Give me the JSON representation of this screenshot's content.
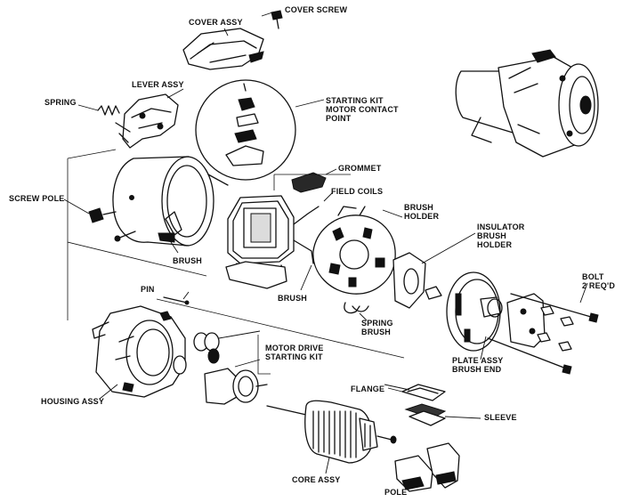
{
  "labels": {
    "cover_assy": "COVER ASSY",
    "cover_screw": "COVER SCREW",
    "lever_assy": "LEVER ASSY",
    "spring": "SPRING",
    "starting_kit_line1": "STARTING KIT",
    "starting_kit_line2": "MOTOR CONTACT",
    "starting_kit_line3": "POINT",
    "grommet": "GROMMET",
    "field_coils": "FIELD COILS",
    "screw_pole": "SCREW POLE",
    "brush_holder_line1": "BRUSH",
    "brush_holder_line2": "HOLDER",
    "insulator_line1": "INSULATOR",
    "insulator_line2": "BRUSH",
    "insulator_line3": "HOLDER",
    "brush_upper": "BRUSH",
    "brush_lower": "BRUSH",
    "bolt_line1": "BOLT",
    "bolt_line2": "2 REQ'D",
    "pin": "PIN",
    "spring_brush_line1": "SPRING",
    "spring_brush_line2": "BRUSH",
    "motor_drive_line1": "MOTOR DRIVE",
    "motor_drive_line2": "STARTING KIT",
    "plate_assy_line1": "PLATE ASSY",
    "plate_assy_line2": "BRUSH END",
    "housing_assy": "HOUSING ASSY",
    "flange": "FLANGE",
    "sleeve": "SLEEVE",
    "core_assy": "CORE ASSY",
    "pole": "POLE"
  }
}
